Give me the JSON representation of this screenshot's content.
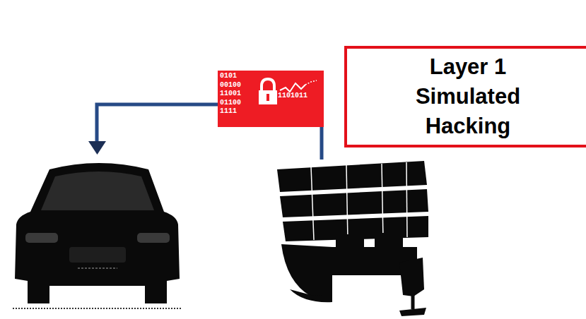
{
  "diagram": {
    "nodes": [
      {
        "text": [
          "Layer 1 Simulated Hacking"
        ]
      },
      {
        "text": [
          "0101 00100 11001 01100 1111",
          "1101011"
        ]
      }
    ]
  }
}
